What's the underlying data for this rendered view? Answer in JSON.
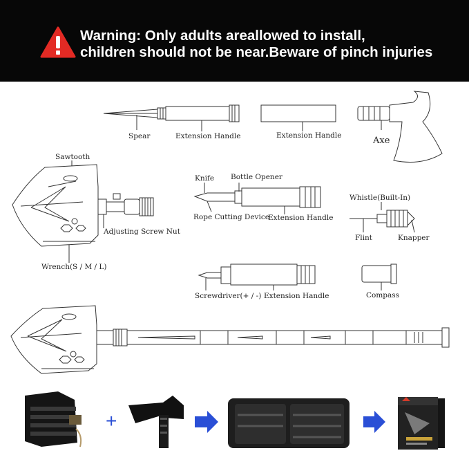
{
  "warning": {
    "icon": "warning-triangle-icon",
    "line1": "Warning: Only adults areallowed to install,",
    "line2": "children should not be near.Beware of pinch injuries"
  },
  "labels": {
    "spear": "Spear",
    "extension_handle_1": "Extension Handle",
    "extension_handle_2": "Extension Handle",
    "axe": "Axe",
    "sawtooth": "Sawtooth",
    "adjusting_screw_nut": "Adjusting Screw Nut",
    "wrench": "Wrench(S / M / L)",
    "knife": "Knife",
    "bottle_opener": "Bottle Opener",
    "rope_cutting_device": "Rope Cutting Device",
    "extension_handle_3": "Extension Handle",
    "whistle": "Whistle(Built-In)",
    "flint": "Flint",
    "knapper": "Knapper",
    "screwdriver": "Screwdriver(+ / -)",
    "extension_handle_4": "Extension Handle",
    "compass": "Compass"
  },
  "bottom_row": {
    "plus_symbol": "+",
    "arrow_color": "#2a4fd6"
  }
}
